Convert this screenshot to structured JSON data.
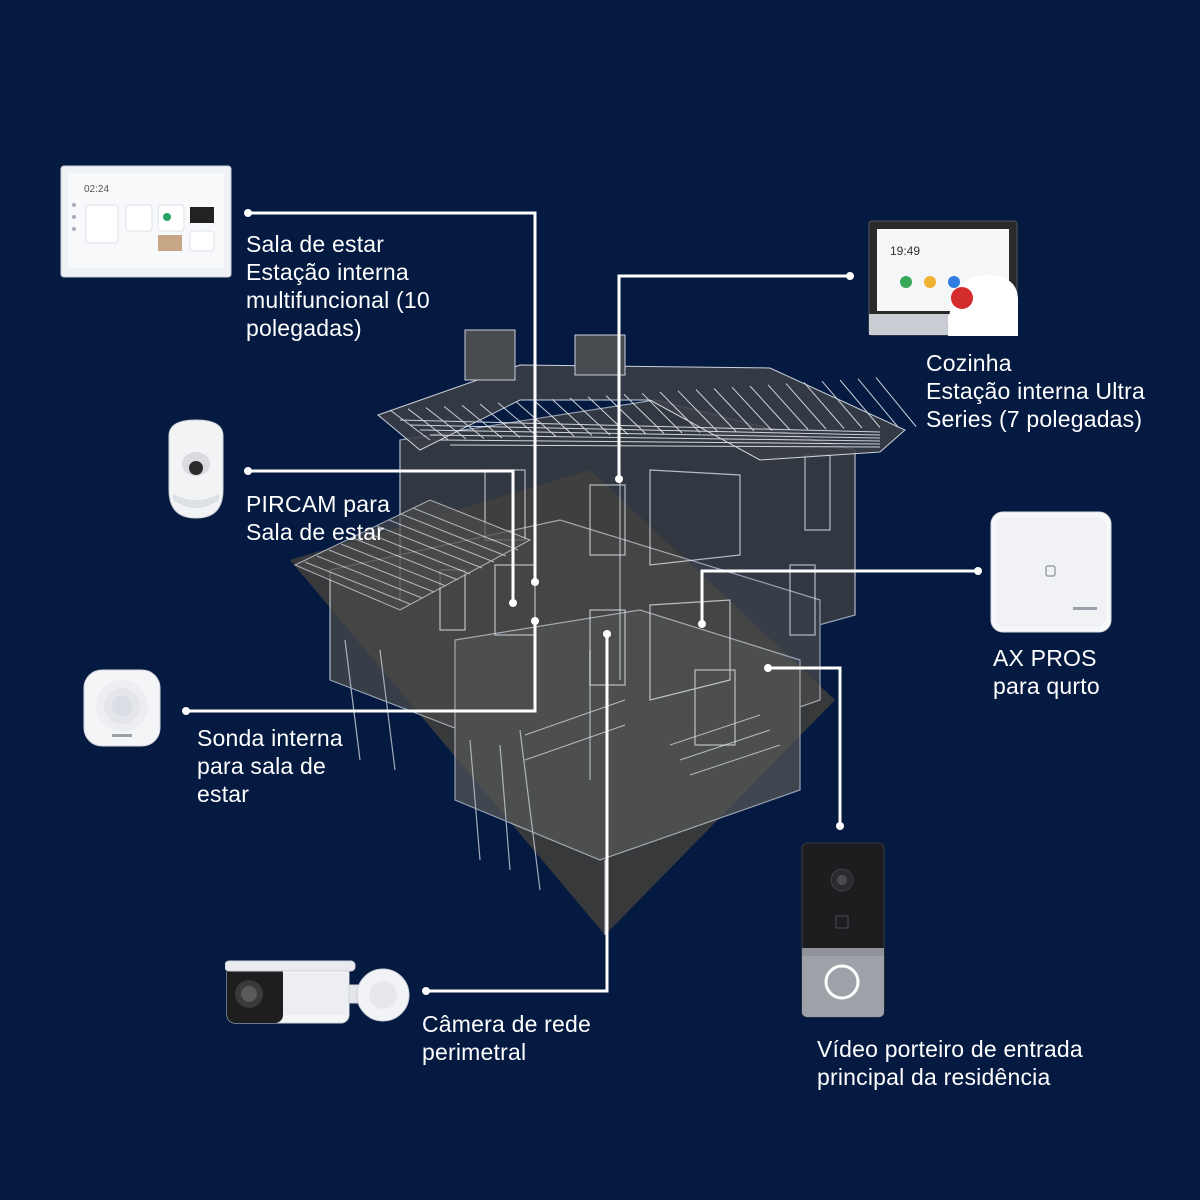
{
  "colors": {
    "background": "#041a40",
    "line": "#ffffff",
    "house_fill": "#3a3a3a",
    "wire": "#cfd6e6"
  },
  "devices": [
    {
      "id": "indoor-station-10",
      "icon": "touch-panel-10in-icon",
      "label_lines": [
        "Sala de estar",
        "Estação interna",
        "multifuncional (10",
        "polegadas)"
      ],
      "screen_time": "02:24"
    },
    {
      "id": "pircam",
      "icon": "pir-camera-sensor-icon",
      "label_lines": [
        "PIRCAM para",
        "Sala de estar"
      ]
    },
    {
      "id": "indoor-siren",
      "icon": "indoor-siren-icon",
      "label_lines": [
        "Sonda interna",
        "para sala de",
        "estar"
      ]
    },
    {
      "id": "network-camera",
      "icon": "bullet-camera-icon",
      "label_lines": [
        "Câmera de rede",
        "perimetral"
      ]
    },
    {
      "id": "indoor-station-7",
      "icon": "touch-panel-7in-icon",
      "label_lines": [
        "Cozinha",
        "Estação interna Ultra",
        "Series (7 polegadas)"
      ],
      "screen_time": "19:49"
    },
    {
      "id": "ax-pro-hub",
      "icon": "alarm-hub-icon",
      "label_lines": [
        "AX PROS",
        "para qurto"
      ]
    },
    {
      "id": "video-doorbell",
      "icon": "door-station-icon",
      "label_lines": [
        "Vídeo porteiro de entrada",
        "principal da residência"
      ]
    }
  ]
}
